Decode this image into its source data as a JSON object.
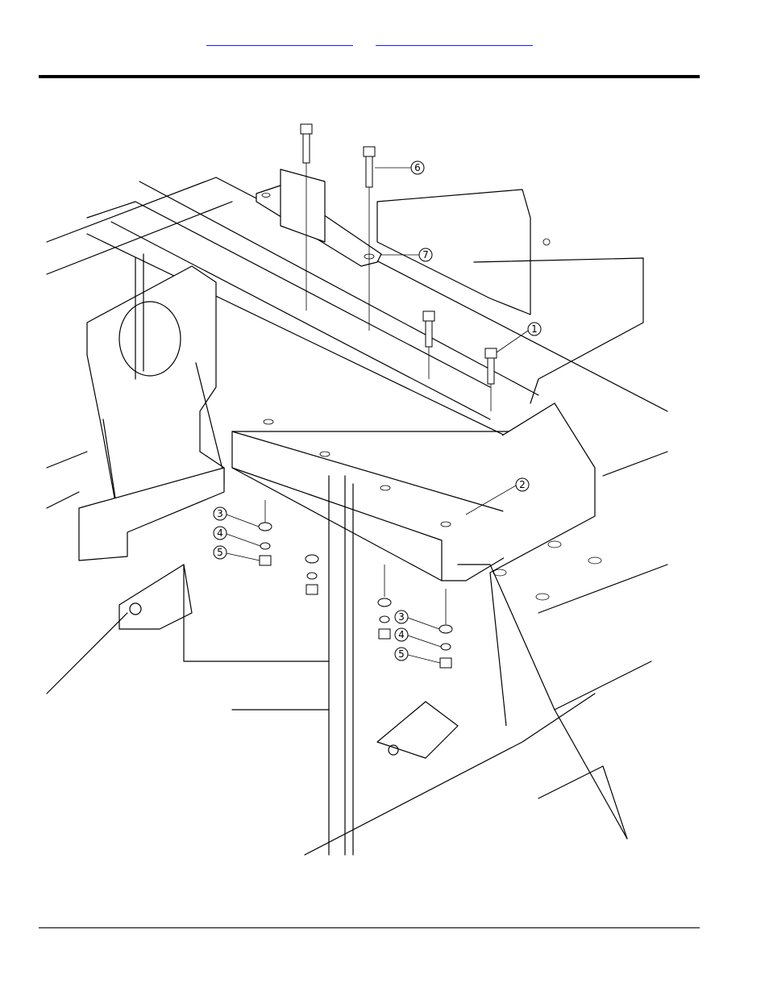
{
  "header": {
    "links": [
      {
        "label": ""
      },
      {
        "label": ""
      }
    ]
  },
  "callouts": [
    {
      "number": "1"
    },
    {
      "number": "2"
    },
    {
      "number": "3"
    },
    {
      "number": "4"
    },
    {
      "number": "5"
    },
    {
      "number": "6"
    },
    {
      "number": "7"
    },
    {
      "number": "3"
    },
    {
      "number": "4"
    },
    {
      "number": "5"
    }
  ]
}
